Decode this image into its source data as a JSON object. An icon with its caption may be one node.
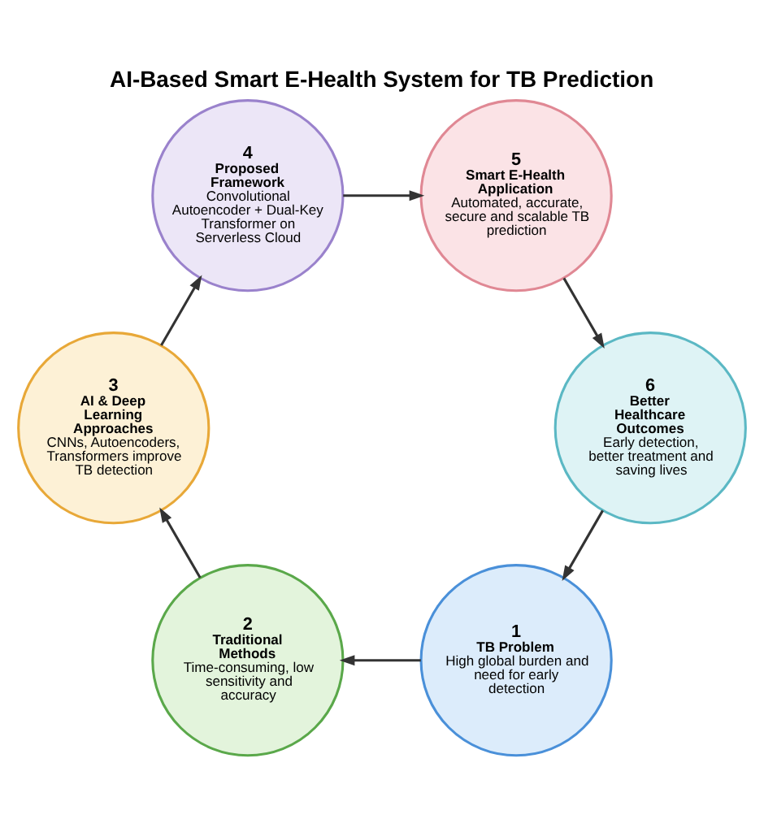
{
  "diagram": {
    "title": "AI-Based Smart E-Health System for TB Prediction",
    "nodes": [
      {
        "text": [
          "1",
          "TB Problem",
          "High global burden and need for early detection"
        ]
      },
      {
        "text": [
          "2",
          "Traditional Methods",
          "Time-consuming, low sensitivity and accuracy"
        ]
      },
      {
        "text": [
          "3",
          "AI & Deep Learning Approaches",
          "CNNs, Autoencoders, Transformers improve TB detection"
        ]
      },
      {
        "text": [
          "4",
          "Proposed Framework",
          "Convolutional Autoencoder + Dual-Key Transformer on Serverless Cloud"
        ]
      },
      {
        "text": [
          "5",
          "Smart E-Health Application",
          "Automated, accurate, secure and scalable TB prediction"
        ]
      },
      {
        "text": [
          "6",
          "Better Healthcare Outcomes",
          "Early detection, better treatment and saving lives"
        ]
      }
    ],
    "edges": [
      {
        "from": 0,
        "to": 1,
        "arrow": "to"
      },
      {
        "from": 1,
        "to": 2,
        "arrow": "to"
      },
      {
        "from": 2,
        "to": 3,
        "arrow": "to"
      },
      {
        "from": 3,
        "to": 4,
        "arrow": "to"
      },
      {
        "from": 4,
        "to": 5,
        "arrow": "to"
      },
      {
        "from": 5,
        "to": 0,
        "arrow": "to"
      }
    ]
  }
}
